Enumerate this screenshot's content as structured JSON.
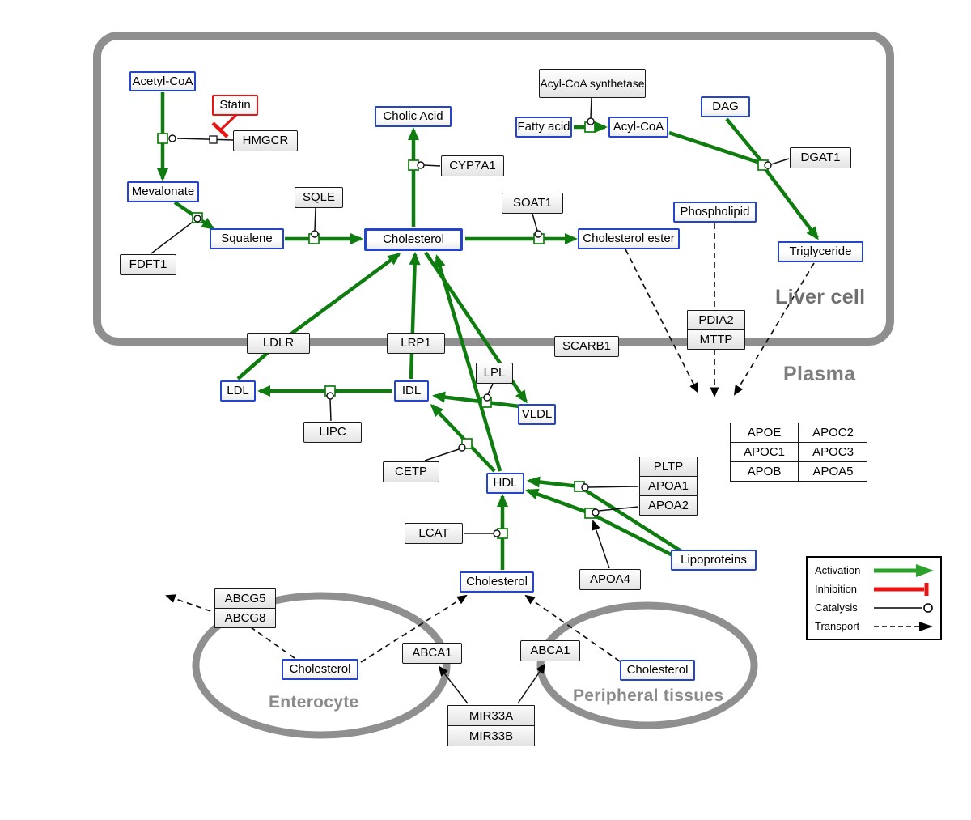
{
  "compartments": {
    "liver": "Liver cell",
    "plasma": "Plasma",
    "enterocyte": "Enterocyte",
    "peripheral": "Peripheral tissues"
  },
  "nodes": {
    "acetyl_coa": "Acetyl-CoA",
    "statin": "Statin",
    "hmgcr": "HMGCR",
    "mevalonate": "Mevalonate",
    "fdft1": "FDFT1",
    "squalene": "Squalene",
    "sqle": "SQLE",
    "cholesterol_liver": "Cholesterol",
    "cholic_acid": "Cholic Acid",
    "cyp7a1": "CYP7A1",
    "soat1": "SOAT1",
    "cholesterol_ester": "Cholesterol ester",
    "fatty_acid": "Fatty acid",
    "acyl_coa": "Acyl-CoA",
    "acyl_coa_synthetase": "Acyl-CoA synthetase",
    "dag": "DAG",
    "dgat1": "DGAT1",
    "phospholipid": "Phospholipid",
    "triglyceride": "Triglyceride",
    "pdia2": "PDIA2",
    "mttp": "MTTP",
    "ldlr": "LDLR",
    "lrp1": "LRP1",
    "scarb1": "SCARB1",
    "ldl": "LDL",
    "idl": "IDL",
    "vldl": "VLDL",
    "lpl": "LPL",
    "lipc": "LIPC",
    "cetp": "CETP",
    "hdl": "HDL",
    "lcat": "LCAT",
    "pltp": "PLTP",
    "apoa1": "APOA1",
    "apoa2": "APOA2",
    "apoa4": "APOA4",
    "lipoproteins": "Lipoproteins",
    "cholesterol_plasma": "Cholesterol",
    "cholesterol_enterocyte": "Cholesterol",
    "cholesterol_peripheral": "Cholesterol",
    "abcg5": "ABCG5",
    "abcg8": "ABCG8",
    "abca1_left": "ABCA1",
    "abca1_right": "ABCA1",
    "mir33a": "MIR33A",
    "mir33b": "MIR33B"
  },
  "apo_table": {
    "rows": [
      [
        "APOE",
        "APOC2"
      ],
      [
        "APOC1",
        "APOC3"
      ],
      [
        "APOB",
        "APOA5"
      ]
    ]
  },
  "legend": {
    "items": [
      {
        "label": "Activation"
      },
      {
        "label": "Inhibition"
      },
      {
        "label": "Catalysis"
      },
      {
        "label": "Transport"
      }
    ]
  },
  "colors": {
    "activation": "#0e7c0e",
    "inhibition": "#e81313",
    "metabolite_border": "#2444cb",
    "compartment": "#8f8f8f"
  }
}
